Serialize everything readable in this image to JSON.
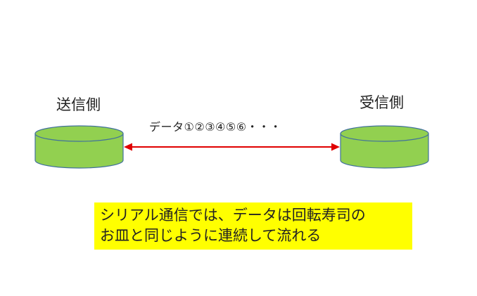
{
  "sender": {
    "label": "送信側"
  },
  "receiver": {
    "label": "受信側"
  },
  "transmission": {
    "data_label": "データ①②③④⑤⑥・・・"
  },
  "note": {
    "line1": "シリアル通信では、データは回転寿司の",
    "line2": "お皿と同じように連続して流れる"
  },
  "colors": {
    "cylinder_fill": "#92d050",
    "cylinder_stroke": "#41719c",
    "arrow": "#e00000",
    "note_background": "#ffff00"
  }
}
